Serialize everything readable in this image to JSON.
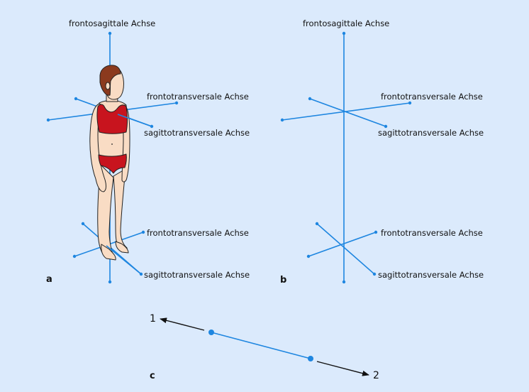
{
  "panel_a": {
    "letter": "a",
    "label_fs": "frontosagittale Achse",
    "label_ft_upper": "frontotransversale Achse",
    "label_st_upper": "sagittotransversale Achse",
    "label_ft_lower": "frontotransversale Achse",
    "label_st_lower": "sagittotransversale Achse"
  },
  "panel_b": {
    "letter": "b",
    "label_fs": "frontosagittale Achse",
    "label_ft_upper": "frontotransversale Achse",
    "label_st_upper": "sagittotransversale Achse",
    "label_ft_lower": "frontotransversale Achse",
    "label_st_lower": "sagittotransversale Achse"
  },
  "panel_c": {
    "letter": "c",
    "arrow1_label": "1",
    "arrow2_label": "2"
  },
  "colors": {
    "background": "#dbeafc",
    "axis": "#1e86e0",
    "skin": "#f9dcc4",
    "garment": "#c8141e",
    "hair": "#8b3a1e"
  }
}
